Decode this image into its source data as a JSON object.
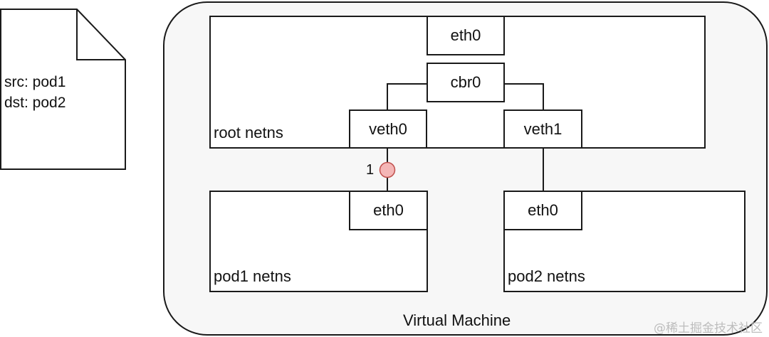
{
  "document": {
    "lines": [
      "src: pod1",
      "dst: pod2"
    ]
  },
  "vm": {
    "label": "Virtual Machine"
  },
  "root_ns": {
    "label": "root netns",
    "eth0": "eth0",
    "bridge": "cbr0",
    "veth0": "veth0",
    "veth1": "veth1"
  },
  "pod1": {
    "label": "pod1 netns",
    "eth0": "eth0"
  },
  "pod2": {
    "label": "pod2 netns",
    "eth0": "eth0"
  },
  "packet_marker": {
    "step": "1",
    "color": "#f4b6b6",
    "stroke": "#c0504d"
  },
  "watermark": "@稀土掘金技术社区"
}
